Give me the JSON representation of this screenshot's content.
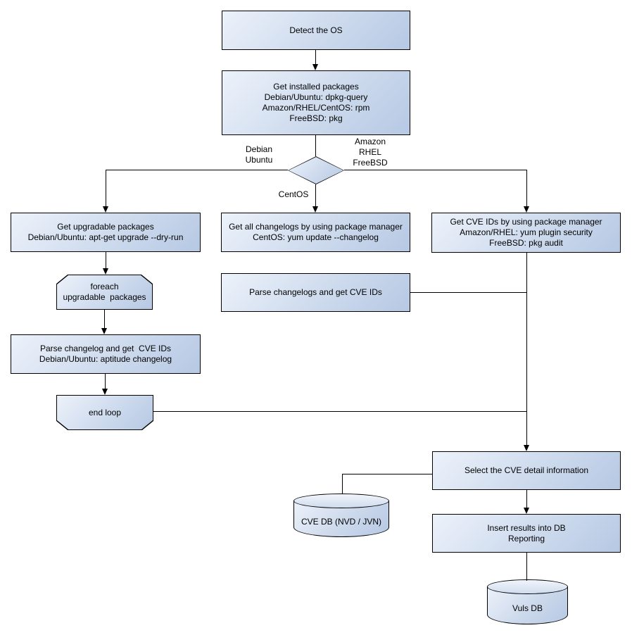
{
  "colors": {
    "background": "#ffffff",
    "fill_light": "#edf2fa",
    "fill_dark": "#b6c8e3",
    "border": "#000000",
    "text": "#000000"
  },
  "nodes": {
    "detect_os": {
      "lines": [
        "Detect the OS"
      ]
    },
    "get_installed": {
      "lines": [
        "Get installed packages",
        "Debian/Ubuntu: dpkg-query",
        "Amazon/RHEL/CentOS: rpm",
        "FreeBSD: pkg"
      ]
    },
    "get_upgradable": {
      "lines": [
        "Get upgradable packages",
        "Debian/Ubuntu: apt-get upgrade --dry-run"
      ]
    },
    "foreach_loop": {
      "lines": [
        "foreach",
        "upgradable  packages"
      ]
    },
    "parse_changelog": {
      "lines": [
        "Parse changelog and get  CVE IDs",
        "Debian/Ubuntu: aptitude changelog"
      ]
    },
    "end_loop": {
      "lines": [
        "end loop"
      ]
    },
    "get_changelogs": {
      "lines": [
        "Get all changelogs by using package manager",
        "CentOS: yum update --changelog"
      ]
    },
    "parse_changelogs": {
      "lines": [
        "Parse changelogs and get CVE IDs"
      ]
    },
    "get_cve_ids": {
      "lines": [
        "Get CVE IDs by using package manager",
        "Amazon/RHEL: yum plugin security",
        "FreeBSD: pkg audit"
      ]
    },
    "select_cve": {
      "lines": [
        "Select the CVE detail information"
      ]
    },
    "insert_results": {
      "lines": [
        "Insert results into DB",
        "Reporting"
      ]
    },
    "cve_db": {
      "label": "CVE DB (NVD / JVN)"
    },
    "vuls_db": {
      "label": "Vuls DB"
    }
  },
  "edge_labels": {
    "debian_ubuntu": "Debian\nUbuntu",
    "amazon_rhel_freebsd": "Amazon\nRHEL\nFreeBSD",
    "centos": "CentOS"
  }
}
